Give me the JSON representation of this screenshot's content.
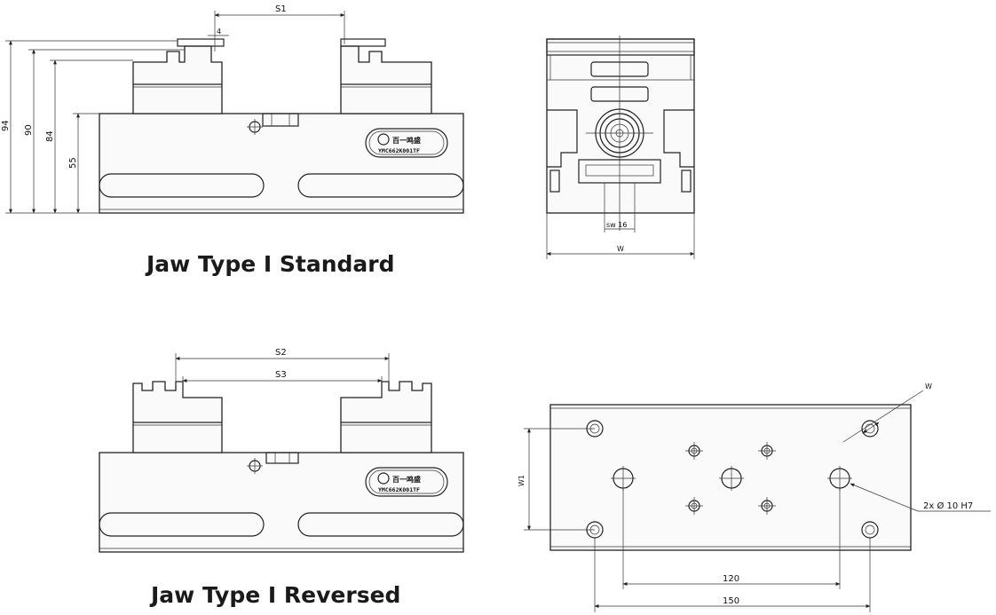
{
  "views": {
    "standard": {
      "caption": "Jaw Type I Standard",
      "dims": {
        "s1": "S1",
        "gap": "4",
        "h94": "94",
        "h90": "90",
        "h84": "84",
        "h55": "55"
      },
      "logo": {
        "brand": "百一鸣盛",
        "code": "YMC662K001TF"
      }
    },
    "end_view": {
      "dims": {
        "sw": "sw 16",
        "w": "W"
      }
    },
    "reversed": {
      "caption": "Jaw Type I Reversed",
      "dims": {
        "s2": "S2",
        "s3": "S3"
      },
      "logo": {
        "brand": "百一鸣盛",
        "code": "YMC662K001TF"
      }
    },
    "bottom_view": {
      "dims": {
        "w": "W",
        "w1": "W1",
        "holes": "2x  Ø 10 H7",
        "d120": "120",
        "d150": "150"
      }
    }
  }
}
